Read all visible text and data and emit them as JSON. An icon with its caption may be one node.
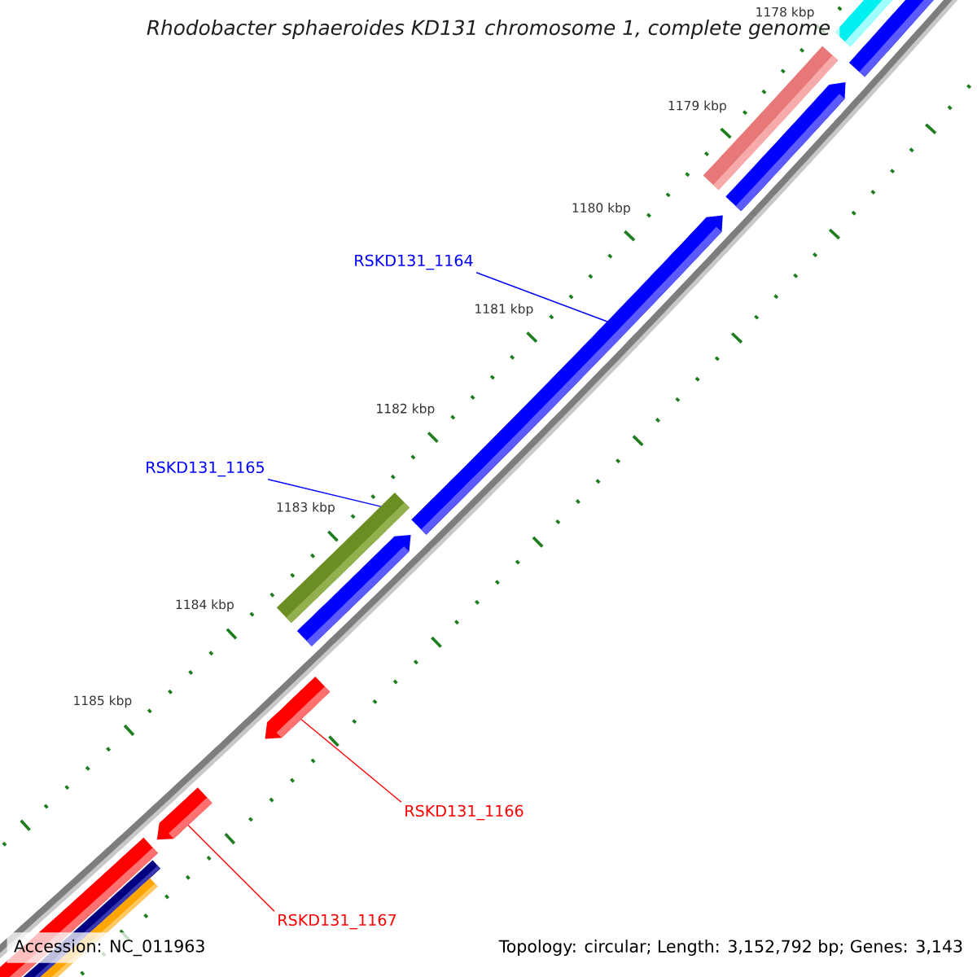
{
  "diagram": {
    "title": "Rhodobacter sphaeroides KD131 chromosome 1, complete genome",
    "nodes": [
      {
        "text": [
          "RSKD131_1164"
        ]
      },
      {
        "text": [
          "RSKD131_1165"
        ]
      },
      {
        "text": [
          "RSKD131_1166"
        ]
      },
      {
        "text": [
          "RSKD131_1167"
        ]
      },
      {
        "text": [],
        "shape": "bar"
      },
      {
        "text": [],
        "shape": "bar"
      },
      {
        "text": [],
        "shape": "bar"
      },
      {
        "text": [],
        "shape": "bar"
      }
    ],
    "edges": [
      {
        "from": 0,
        "to": 4,
        "arrow": "none",
        "color": "#0000ff"
      },
      {
        "from": 1,
        "to": 5,
        "arrow": "none",
        "color": "#0000ff"
      },
      {
        "from": 2,
        "to": 6,
        "arrow": "none",
        "color": "#ff0000"
      },
      {
        "from": 3,
        "to": 7,
        "arrow": "none",
        "color": "#ff0000"
      }
    ],
    "labels": [
      "1178 kbp",
      "1179 kbp",
      "1180 kbp",
      "1181 kbp",
      "1182 kbp",
      "1183 kbp",
      "1184 kbp",
      "1185 kbp",
      "Accession: NC_011963",
      "Topology: circular; Length: 3,152,792 bp; Genes: 3,143"
    ]
  }
}
